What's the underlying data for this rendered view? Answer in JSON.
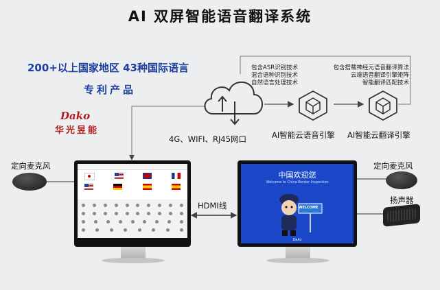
{
  "title": "AI 双屏智能语音翻译系统",
  "headline": "200+以上国家地区 43种国际语言",
  "patent": "专利产品",
  "brand": {
    "logo": "Dako",
    "name": "华光昱能"
  },
  "cloud_caption": "4G、WIFI、RJ45网口",
  "engines": [
    {
      "name": "AI智能云语音引擎",
      "features": [
        "包含ASR识别技术",
        "混合语种识别技术",
        "自然语言处理技术"
      ]
    },
    {
      "name": "AI智能云翻译引擎",
      "features": [
        "包含搭载神经元语音翻译算法",
        "云端语音翻译引擎矩阵",
        "智能翻译匹配技术"
      ]
    }
  ],
  "left_mic": "定向麦克风",
  "right_mic": "定向麦克风",
  "speaker": "扬声器",
  "hdmi": "HDMI线",
  "right_screen": {
    "greeting": "中国欢迎您",
    "subtitle": "Welcome to China Border Inspection",
    "sign": "WELCOME",
    "logo": "Dako"
  },
  "colors": {
    "blue": "#1d3f9e",
    "red": "#b21e1e",
    "screen_bg": "#1a48c8"
  }
}
